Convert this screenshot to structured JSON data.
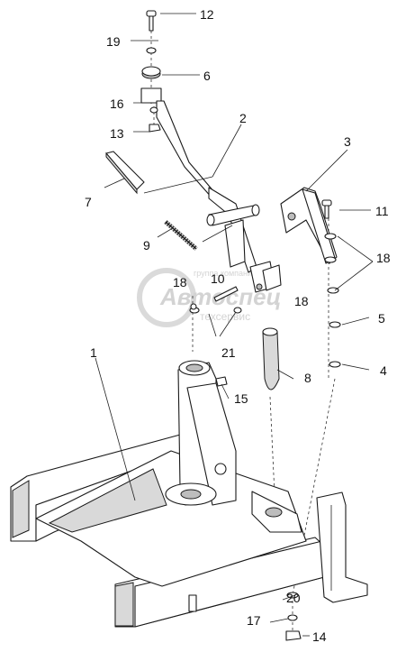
{
  "callouts": {
    "c1": "1",
    "c2": "2",
    "c3": "3",
    "c4": "4",
    "c5": "5",
    "c6": "6",
    "c7": "7",
    "c8": "8",
    "c9": "9",
    "c10": "10",
    "c11": "11",
    "c12": "12",
    "c13": "13",
    "c14": "14",
    "c15": "15",
    "c16": "16",
    "c17": "17",
    "c18a": "18",
    "c18b": "18",
    "c18c": "18",
    "c19": "19",
    "c20": "20",
    "c21": "21"
  },
  "watermark": {
    "top": "группа компаний",
    "brand": "Автоспец",
    "sub": "техсервис"
  }
}
